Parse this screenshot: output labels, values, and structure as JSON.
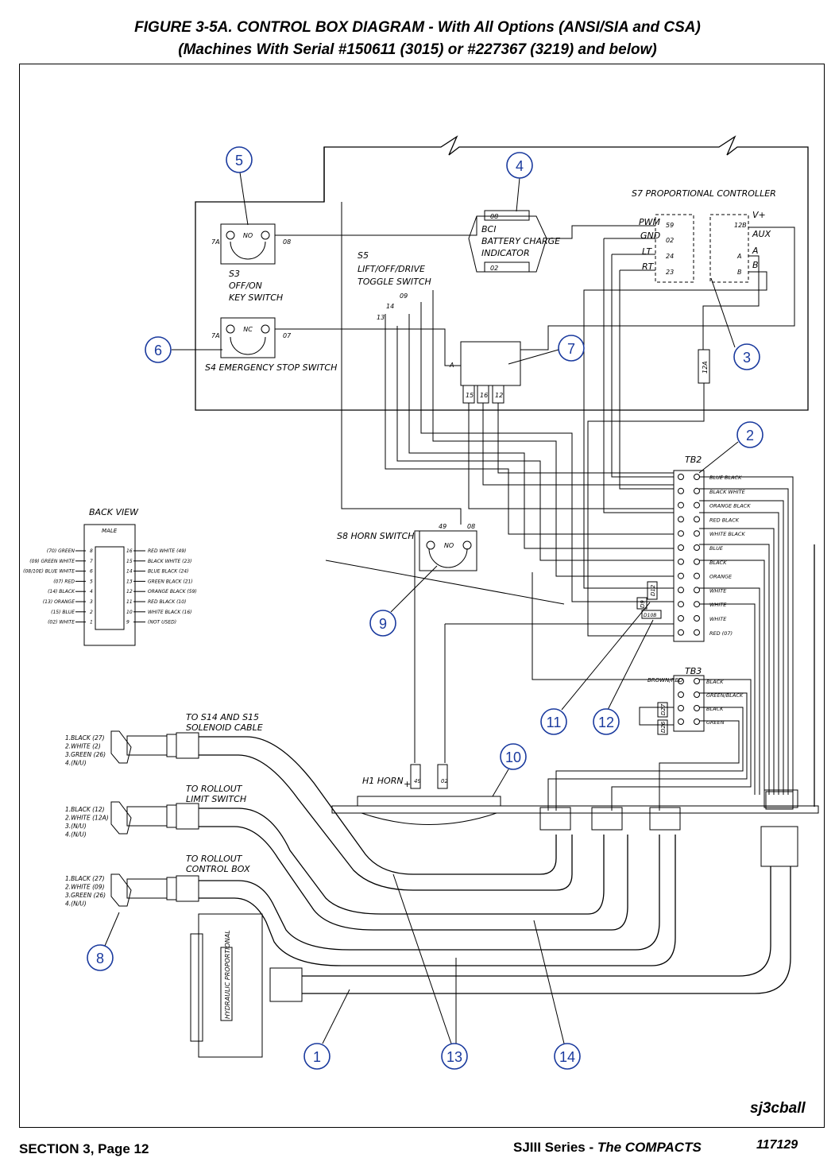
{
  "header": {
    "title_line1": "FIGURE 3-5A.  CONTROL BOX DIAGRAM - With All Options (ANSI/SIA and CSA)",
    "title_line2": "(Machines With Serial #150611 (3015) or #227367 (3219) and below)"
  },
  "footer": {
    "section": "SECTION 3, Page 12",
    "series_prefix": "SJIII Series - ",
    "series_name": "The COMPACTS",
    "doc_number": "117129",
    "drawing_id": "sj3cball"
  },
  "callouts": [
    "1",
    "2",
    "3",
    "4",
    "5",
    "6",
    "7",
    "8",
    "9",
    "10",
    "11",
    "12",
    "13",
    "14"
  ],
  "components": {
    "s3": {
      "label": "S3",
      "name_l1": "OFF/ON",
      "name_l2": "KEY SWITCH",
      "contact": "NO",
      "left_term": "7A",
      "right_term": "08"
    },
    "s4": {
      "label": "S4 EMERGENCY STOP SWITCH",
      "contact": "NC",
      "left_term": "7A",
      "right_term": "07"
    },
    "bci": {
      "l1": "BCI",
      "l2": "BATTERY CHARGE",
      "l3": "INDICATOR",
      "top_term": "08",
      "bottom_term": "02"
    },
    "s5": {
      "l1": "S5",
      "l2": "LIFT/OFF/DRIVE",
      "l3": "TOGGLE SWITCH",
      "wires": [
        "09",
        "14",
        "13"
      ],
      "bottom_terms": [
        "15",
        "16",
        "12"
      ],
      "marker": "A"
    },
    "s7": {
      "title": "S7 PROPORTIONAL CONTROLLER",
      "left_labels": [
        "PWM",
        "GND",
        "LT",
        "RT"
      ],
      "left_terms": [
        "59",
        "02",
        "24",
        "23"
      ],
      "right_labels": [
        "V+",
        "AUX",
        "A",
        "B"
      ],
      "right_terms": [
        "12B",
        "",
        "A",
        "B"
      ],
      "fuse": "12A"
    },
    "s8": {
      "title": "S8 HORN SWITCH",
      "contact": "NO",
      "left_term": "49",
      "right_term": "08"
    },
    "horn": {
      "title": "H1 HORN",
      "plus": "+",
      "terms": [
        "49",
        "02"
      ]
    },
    "tb2": {
      "title": "TB2",
      "rows": [
        "BLUE BLACK",
        "BLACK WHITE",
        "ORANGE BLACK",
        "RED BLACK",
        "WHITE BLACK",
        "BLUE",
        "BLACK",
        "ORANGE",
        "WHITE",
        "WHITE",
        "WHITE",
        "RED (07)"
      ],
      "diodes": [
        "D12",
        "D9",
        "D10B"
      ]
    },
    "tb3": {
      "title": "TB3",
      "rows": [
        "BLACK",
        "GREEN/BLACK",
        "BLACK",
        "GREEN"
      ],
      "left_note": "BROWN/RED",
      "diodes": [
        "D27",
        "D26"
      ]
    },
    "back_view": {
      "title": "BACK VIEW",
      "header": "MALE",
      "left_labels": [
        "(70) GREEN",
        "(09) GREEN WHITE",
        "(08/10E) BLUE WHITE",
        "(07) RED",
        "(14) BLACK",
        "(13) ORANGE",
        "(15) BLUE",
        "(02) WHITE"
      ],
      "left_pins": [
        "8",
        "7",
        "6",
        "5",
        "4",
        "3",
        "2",
        "1"
      ],
      "right_pins": [
        "16",
        "15",
        "14",
        "13",
        "12",
        "11",
        "10",
        "9"
      ],
      "right_labels": [
        "RED WHITE (49)",
        "BLACK WHITE (23)",
        "BLUE BLACK (24)",
        "GREEN BLACK (21)",
        "ORANGE BLACK (59)",
        "RED BLACK (10)",
        "WHITE BLACK (16)",
        "(NOT USED)"
      ]
    },
    "cable1": {
      "title_l1": "TO S14 AND S15",
      "title_l2": "SOLENOID CABLE",
      "pins": [
        "1.BLACK (27)",
        "2.WHITE (2)",
        "3.GREEN (26)",
        "4.(N/U)"
      ]
    },
    "cable2": {
      "title_l1": "TO ROLLOUT",
      "title_l2": "LIMIT SWITCH",
      "pins": [
        "1.BLACK (12)",
        "2.WHITE (12A)",
        "3.(N/U)",
        "4.(N/U)"
      ]
    },
    "cable3": {
      "title_l1": "TO ROLLOUT",
      "title_l2": "CONTROL BOX",
      "pins": [
        "1.BLACK (27)",
        "2.WHITE (09)",
        "3.GREEN (26)",
        "4.(N/U)"
      ]
    },
    "hydraulic": {
      "label": "HYDRAULIC PROPORTIONAL"
    }
  }
}
